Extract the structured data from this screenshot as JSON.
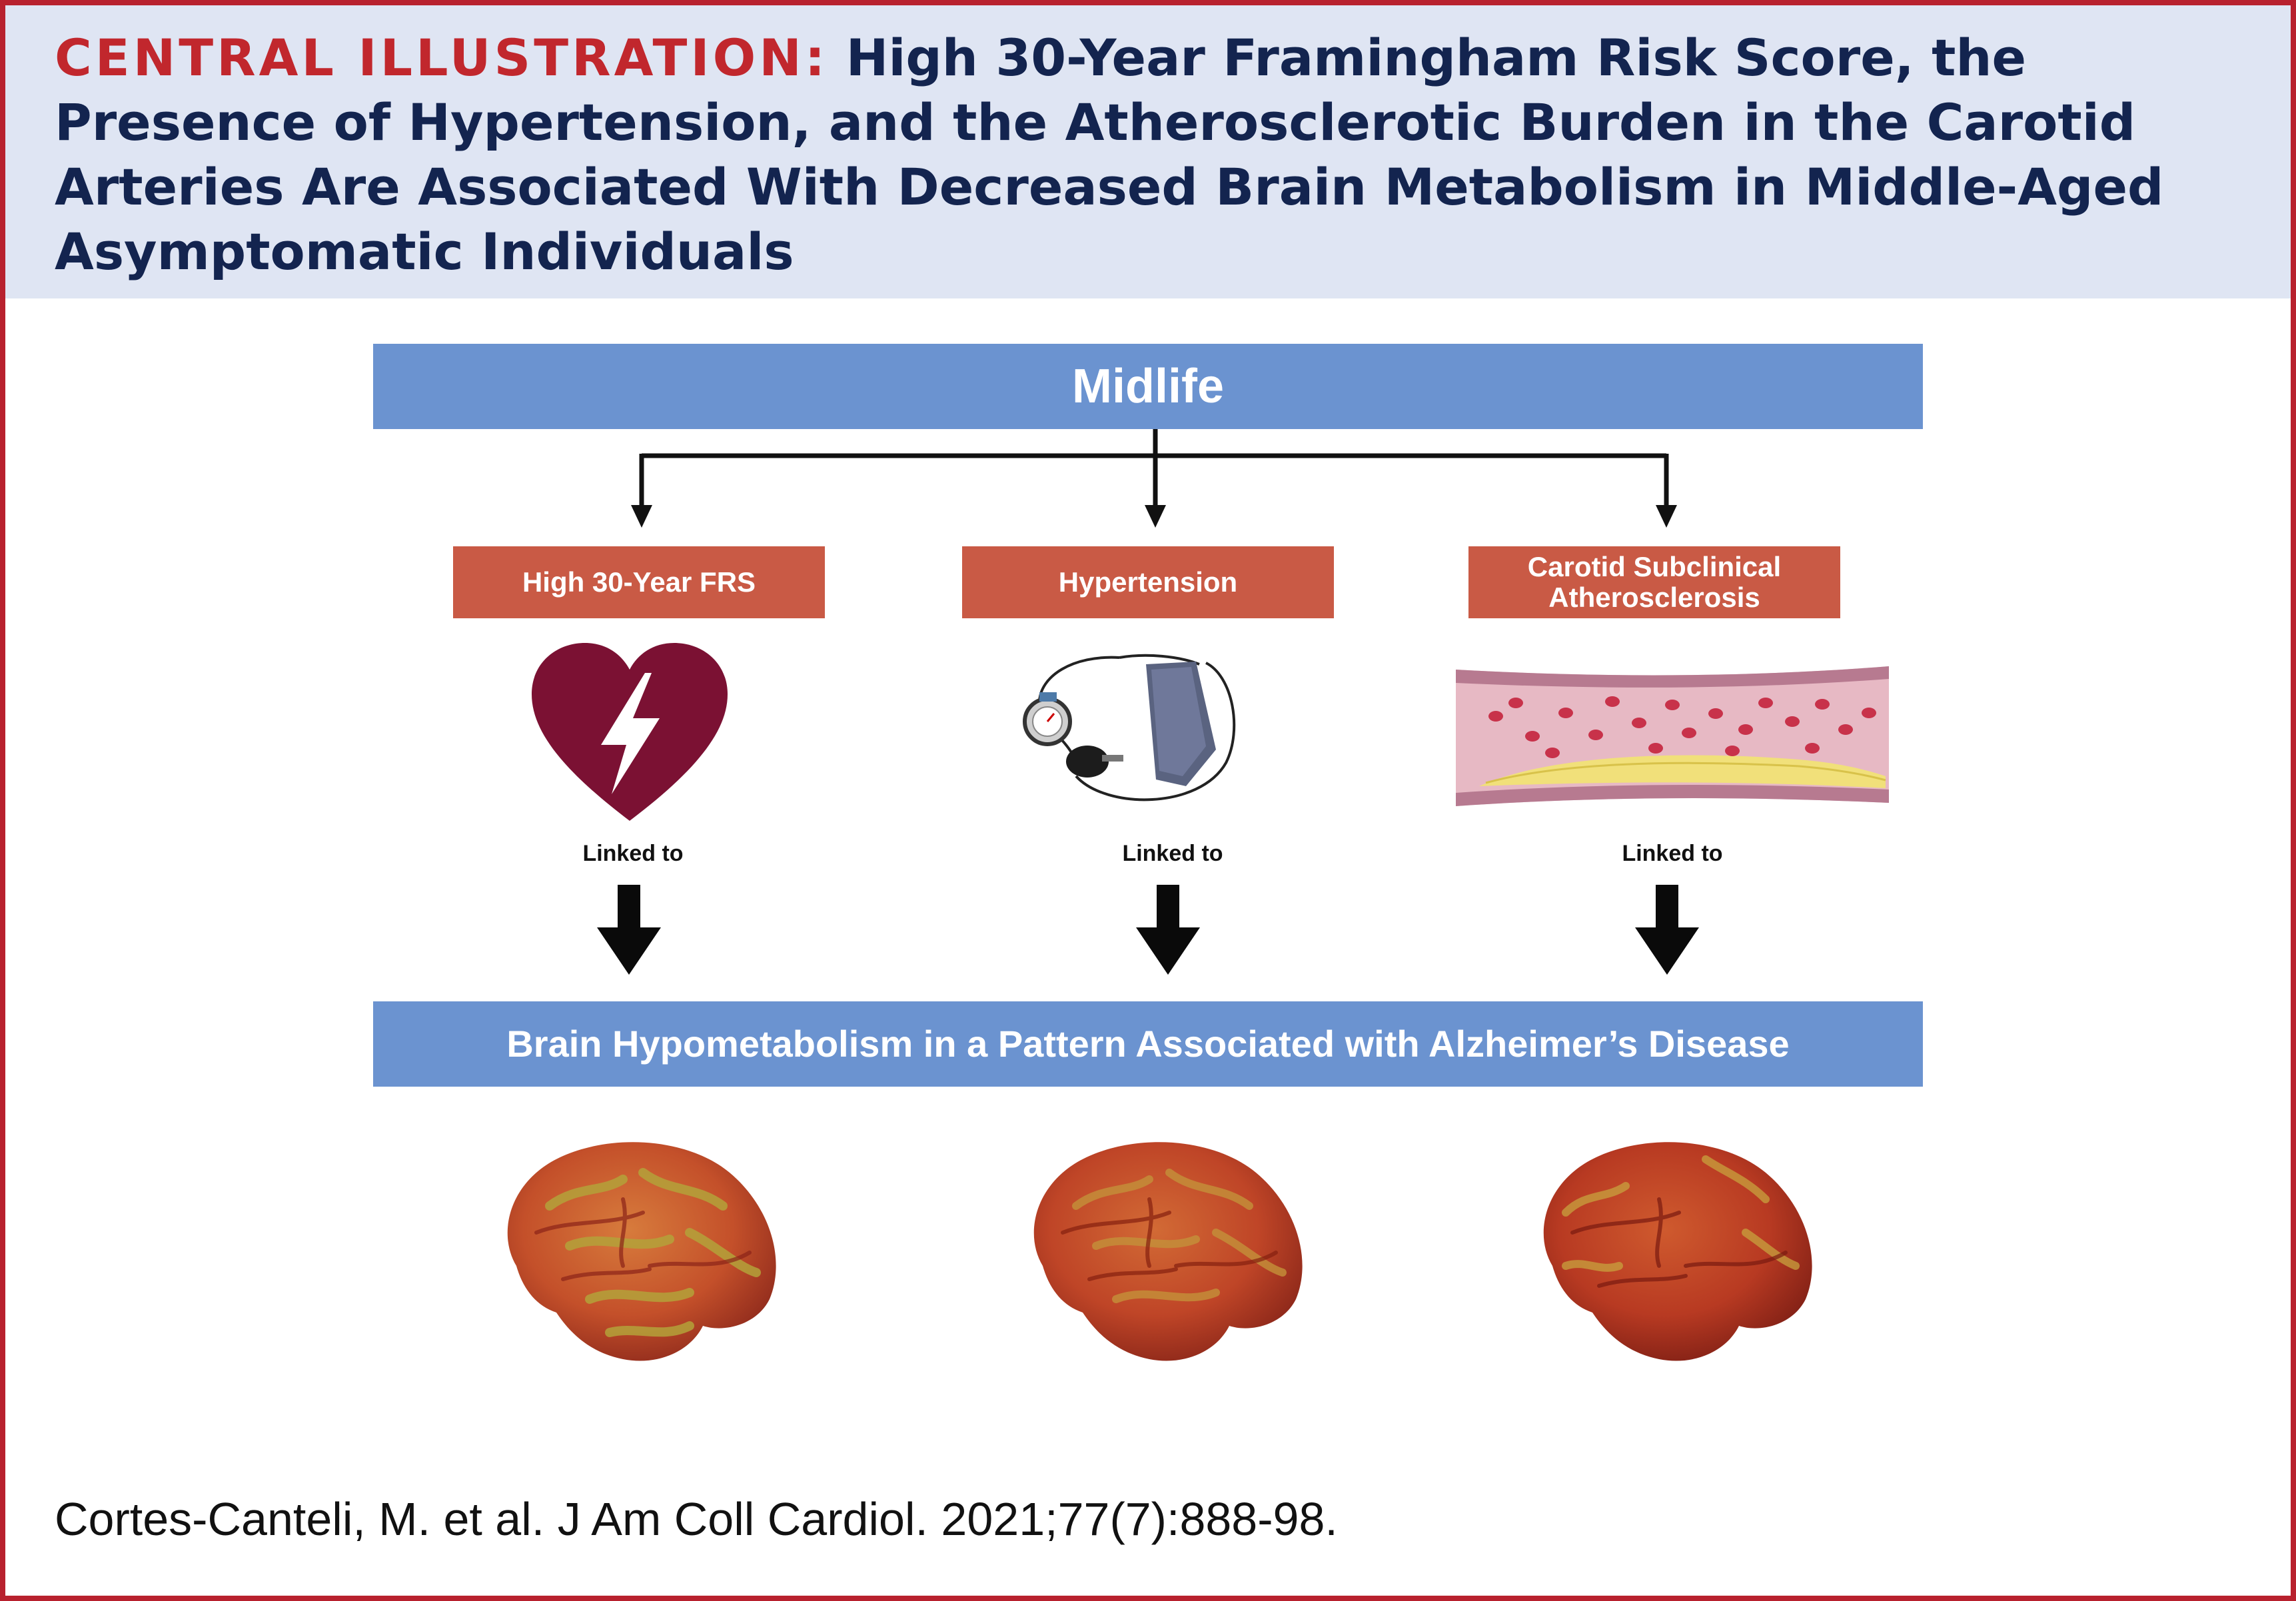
{
  "title": {
    "lead": "CENTRAL ILLUSTRATION:",
    "text": "High 30-Year Framingham Risk Score, the Presence of Hypertension, and the Atherosclerotic Burden in the Carotid Arteries Are Associated With Decreased Brain Metabolism in Middle-Aged Asymptomatic Individuals"
  },
  "top_band": "Midlife",
  "factors": [
    {
      "label": "High 30-Year FRS",
      "icon": "heart-lightning-icon",
      "link": "Linked to"
    },
    {
      "label": "Hypertension",
      "icon": "blood-pressure-cuff-icon",
      "link": "Linked to"
    },
    {
      "label_line1": "Carotid Subclinical",
      "label_line2": "Atherosclerosis",
      "icon": "artery-plaque-icon",
      "link": "Linked to"
    }
  ],
  "bottom_band": "Brain Hypometabolism in a Pattern Associated with Alzheimer’s Disease",
  "brains": [
    "brain-frs-icon",
    "brain-hypertension-icon",
    "brain-atherosclerosis-icon"
  ],
  "citation": "Cortes-Canteli, M. et al. J Am Coll Cardiol. 2021;77(7):888-98.",
  "colors": {
    "frame": "#b8212e",
    "header_bg": "#dfe5f3",
    "title": "#13244f",
    "lead": "#c1272d",
    "band": "#6b93d0",
    "box": "#c95a45"
  }
}
